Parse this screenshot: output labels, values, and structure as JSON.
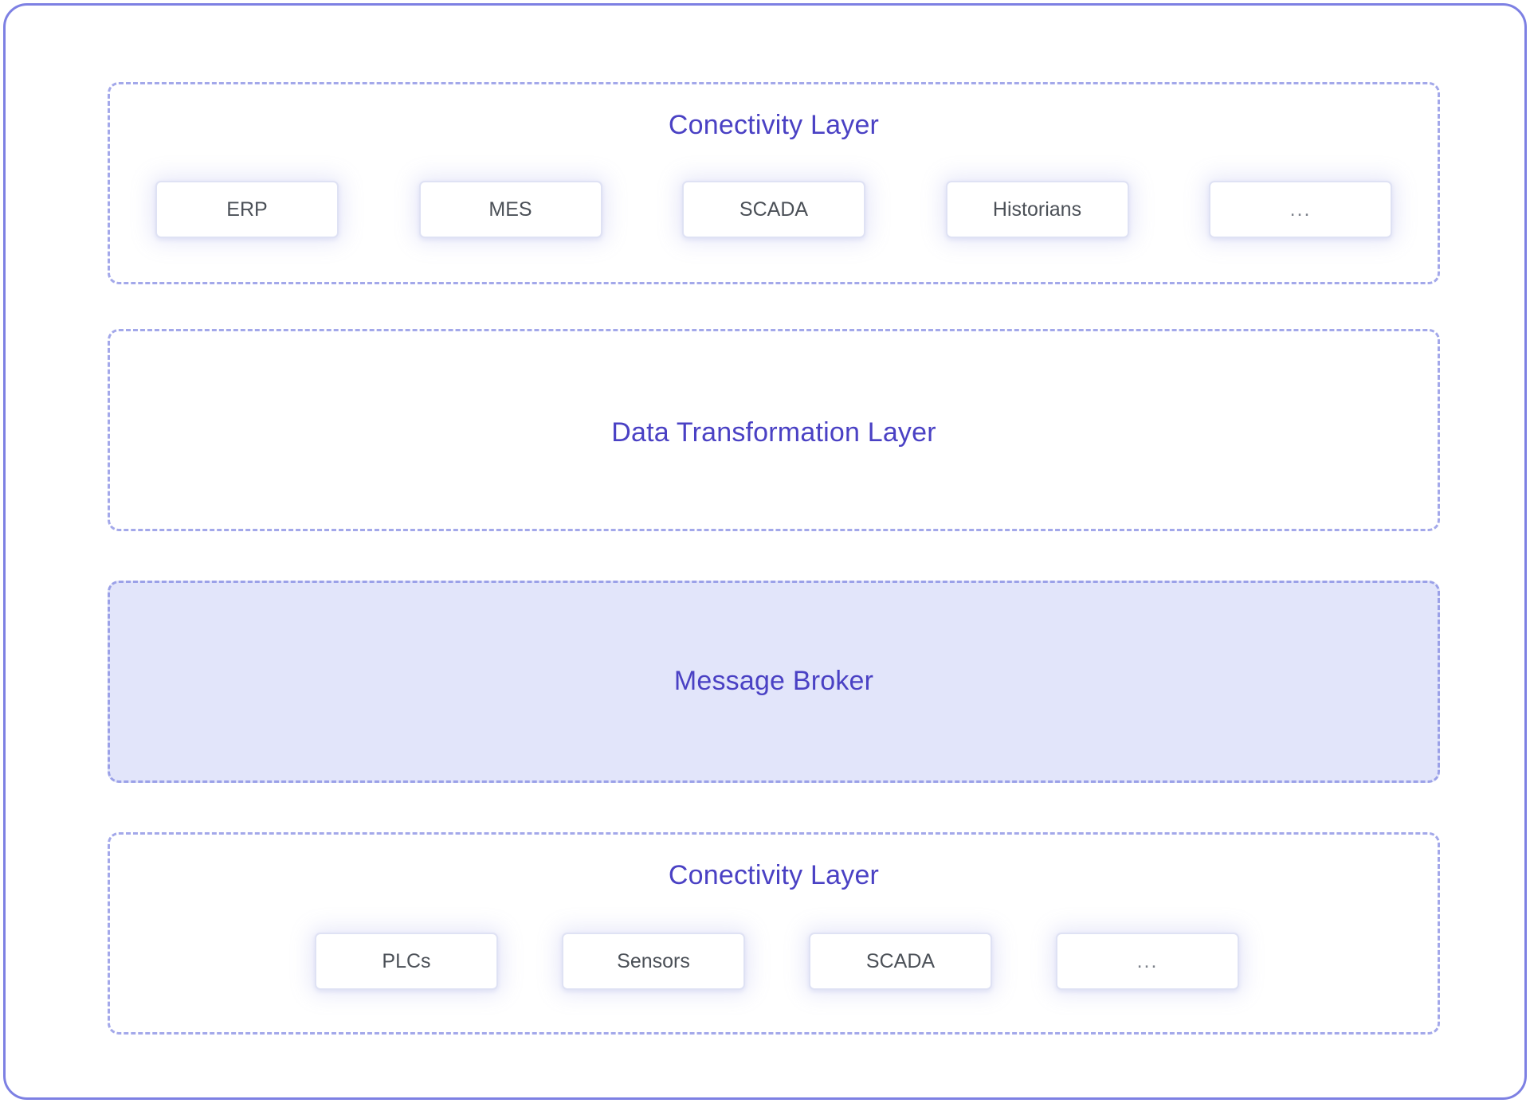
{
  "diagram": {
    "title_color": "#4a41c4",
    "frame_color": "#7d80e3",
    "dashed_border_color": "#a3a8ea",
    "broker_fill_color": "#e2e5fa",
    "node_text_color": "#4b5057",
    "layers": [
      {
        "id": "connectivity-top",
        "title": "Conectivity Layer",
        "nodes": [
          {
            "label": "ERP"
          },
          {
            "label": "MES"
          },
          {
            "label": "SCADA"
          },
          {
            "label": "Historians"
          },
          {
            "label": "..."
          }
        ]
      },
      {
        "id": "data-transformation",
        "title": "Data Transformation Layer",
        "nodes": []
      },
      {
        "id": "message-broker",
        "title": "Message Broker",
        "nodes": []
      },
      {
        "id": "connectivity-bottom",
        "title": "Conectivity Layer",
        "nodes": [
          {
            "label": "PLCs"
          },
          {
            "label": "Sensors"
          },
          {
            "label": "SCADA"
          },
          {
            "label": "..."
          }
        ]
      }
    ]
  }
}
